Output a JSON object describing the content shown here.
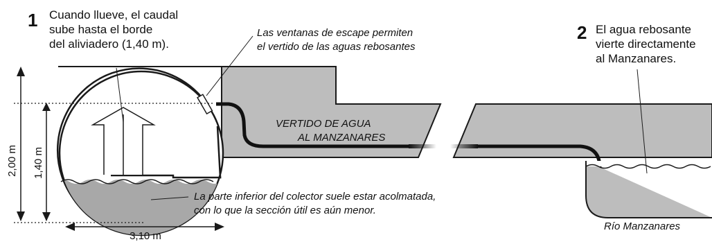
{
  "step1": {
    "number": "1",
    "lines": [
      "Cuando llueve, el caudal",
      "sube hasta el borde",
      "del aliviadero (1,40 m)."
    ]
  },
  "step2": {
    "number": "2",
    "lines": [
      "El agua rebosante",
      "vierte directamente",
      "al Manzanares."
    ]
  },
  "windows_note": {
    "lines": [
      "Las ventanas de escape permiten",
      "el vertido de las aguas rebosantes"
    ]
  },
  "channel_label": {
    "lines": [
      "VERTIDO DE AGUA",
      "AL MANZANARES"
    ]
  },
  "bottom_note": {
    "lines": [
      "La parte inferior del colector suele estar acolmatada,",
      "con lo que la sección útil es aún menor."
    ]
  },
  "dimensions": {
    "total_height": "2,00 m",
    "overflow_height": "1,40 m",
    "width": "3,10 m"
  },
  "river_label": "Río Manzanares",
  "colors": {
    "structure": "#bdbdbd",
    "sediment": "#a8a8a8",
    "outline": "#1a1a1a"
  }
}
